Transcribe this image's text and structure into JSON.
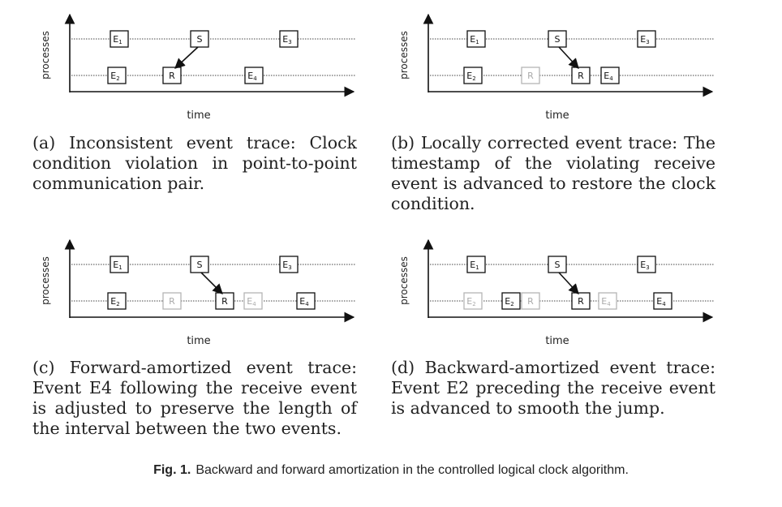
{
  "panels": [
    {
      "id": "a",
      "ylabel": "processes",
      "xlabel": "time",
      "caption_label": "(a)",
      "caption_text": "Inconsistent event trace: Clock condition violation in point-to-point communication pair.",
      "events": [
        {
          "label": "E",
          "sub": "1",
          "row": 0,
          "style": "normal"
        },
        {
          "label": "S",
          "sub": "",
          "row": 0,
          "style": "normal"
        },
        {
          "label": "E",
          "sub": "3",
          "row": 0,
          "style": "normal"
        },
        {
          "label": "E",
          "sub": "2",
          "row": 1,
          "style": "normal"
        },
        {
          "label": "R",
          "sub": "",
          "row": 1,
          "style": "normal"
        },
        {
          "label": "E",
          "sub": "4",
          "row": 1,
          "style": "normal"
        }
      ]
    },
    {
      "id": "b",
      "ylabel": "processes",
      "xlabel": "time",
      "caption_label": "(b)",
      "caption_text": "Locally corrected event trace: The timestamp of the violating receive event is advanced to restore the clock condition.",
      "events": [
        {
          "label": "E",
          "sub": "1",
          "row": 0,
          "style": "normal"
        },
        {
          "label": "S",
          "sub": "",
          "row": 0,
          "style": "normal"
        },
        {
          "label": "E",
          "sub": "3",
          "row": 0,
          "style": "normal"
        },
        {
          "label": "E",
          "sub": "2",
          "row": 1,
          "style": "normal"
        },
        {
          "label": "R",
          "sub": "",
          "row": 1,
          "style": "ghost"
        },
        {
          "label": "R",
          "sub": "",
          "row": 1,
          "style": "normal"
        },
        {
          "label": "E",
          "sub": "4",
          "row": 1,
          "style": "normal"
        }
      ]
    },
    {
      "id": "c",
      "ylabel": "processes",
      "xlabel": "time",
      "caption_label": "(c)",
      "caption_text": "Forward-amortized event trace: Event E4 following the receive event is adjusted to preserve the length of the interval between the two events.",
      "events": [
        {
          "label": "E",
          "sub": "1",
          "row": 0,
          "style": "normal"
        },
        {
          "label": "S",
          "sub": "",
          "row": 0,
          "style": "normal"
        },
        {
          "label": "E",
          "sub": "3",
          "row": 0,
          "style": "normal"
        },
        {
          "label": "E",
          "sub": "2",
          "row": 1,
          "style": "normal"
        },
        {
          "label": "R",
          "sub": "",
          "row": 1,
          "style": "ghost"
        },
        {
          "label": "R",
          "sub": "",
          "row": 1,
          "style": "normal"
        },
        {
          "label": "E",
          "sub": "4",
          "row": 1,
          "style": "ghost"
        },
        {
          "label": "E",
          "sub": "4",
          "row": 1,
          "style": "normal"
        }
      ]
    },
    {
      "id": "d",
      "ylabel": "processes",
      "xlabel": "time",
      "caption_label": "(d)",
      "caption_text": "Backward-amortized event trace: Event E2 preceding the receive event is advanced to smooth the jump.",
      "events": [
        {
          "label": "E",
          "sub": "1",
          "row": 0,
          "style": "normal"
        },
        {
          "label": "S",
          "sub": "",
          "row": 0,
          "style": "normal"
        },
        {
          "label": "E",
          "sub": "3",
          "row": 0,
          "style": "normal"
        },
        {
          "label": "E",
          "sub": "2",
          "row": 1,
          "style": "ghost"
        },
        {
          "label": "E",
          "sub": "2",
          "row": 1,
          "style": "normal"
        },
        {
          "label": "R",
          "sub": "",
          "row": 1,
          "style": "ghost"
        },
        {
          "label": "R",
          "sub": "",
          "row": 1,
          "style": "normal"
        },
        {
          "label": "E",
          "sub": "4",
          "row": 1,
          "style": "ghost"
        },
        {
          "label": "E",
          "sub": "4",
          "row": 1,
          "style": "normal"
        }
      ]
    }
  ],
  "figure_caption": {
    "label": "Fig. 1.",
    "text": "Backward and forward amortization in the controlled logical clock algorithm."
  }
}
